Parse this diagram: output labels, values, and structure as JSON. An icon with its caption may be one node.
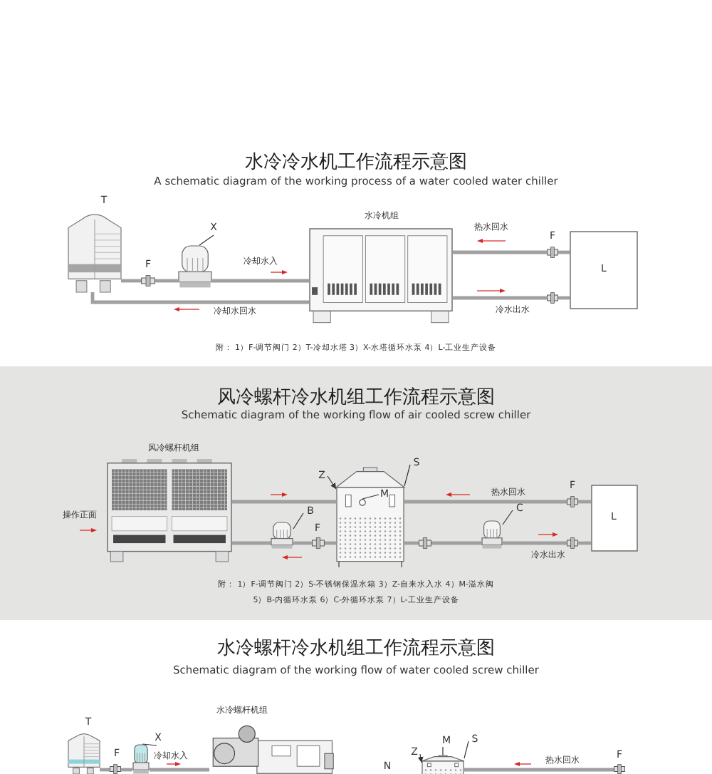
{
  "diagram": {
    "nodes": [
      {
        "text": [
          "T"
        ]
      },
      {
        "text": [
          "F"
        ]
      },
      {
        "text": [
          "X"
        ]
      },
      {
        "text": [],
        "shape": "pump"
      },
      {
        "text": [
          "水冷机组"
        ]
      },
      {
        "text": [
          "F"
        ]
      },
      {
        "text": [],
        "shape": "valve"
      },
      {
        "text": [
          "L"
        ]
      },
      {
        "text": [
          "风冷螺杆机组"
        ]
      },
      {
        "text": [
          "B"
        ]
      },
      {
        "text": [],
        "shape": "pump"
      },
      {
        "text": [
          "F"
        ]
      },
      {
        "text": [
          "Z"
        ]
      },
      {
        "text": [],
        "shape": "tank"
      },
      {
        "text": [
          "M"
        ],
        "in": 13
      },
      {
        "text": [],
        "shape": "circle",
        "in": 13
      },
      {
        "text": [
          "S"
        ]
      },
      {
        "text": [],
        "shape": "valve"
      },
      {
        "text": [
          "C"
        ]
      },
      {
        "text": [],
        "shape": "pump"
      },
      {
        "text": [
          "F"
        ]
      },
      {
        "text": [],
        "shape": "valve"
      },
      {
        "text": [
          "L"
        ]
      },
      {
        "text": [
          "T"
        ]
      },
      {
        "text": [
          "F"
        ]
      },
      {
        "text": [
          "X"
        ]
      },
      {
        "text": [],
        "shape": "pump"
      },
      {
        "text": [
          "水冷螺杆机组"
        ]
      },
      {
        "text": [
          "Z"
        ]
      },
      {
        "text": [
          "M"
        ]
      },
      {
        "text": [
          "S"
        ]
      },
      {
        "text": [],
        "shape": "tank"
      },
      {
        "text": [
          "F"
        ]
      }
    ],
    "edges": [
      {
        "from": 0,
        "to": 1,
        "arrow": "none"
      },
      {
        "from": 1,
        "to": 3,
        "arrow": "none"
      },
      {
        "from": 3,
        "to": 4,
        "arrow": "none",
        "label": "冷却水入"
      },
      {
        "from": 4,
        "to": 0,
        "arrow": "none",
        "label": "冷却水回水"
      },
      {
        "from": 7,
        "to": 5,
        "arrow": "none"
      },
      {
        "from": 5,
        "to": 4,
        "arrow": "none",
        "label": "热水回水"
      },
      {
        "from": 4,
        "to": 6,
        "arrow": "none",
        "label": "冷水出水"
      },
      {
        "from": 6,
        "to": 7,
        "arrow": "none"
      },
      {
        "from": 2,
        "to": 3,
        "arrow": "none",
        "color": "#333333"
      },
      {
        "from": 8,
        "to": 13,
        "arrow": "none"
      },
      {
        "from": 22,
        "to": 20,
        "arrow": "none"
      },
      {
        "from": 20,
        "to": 13,
        "arrow": "none",
        "label": "热水回水"
      },
      {
        "from": 13,
        "to": 11,
        "arrow": "none"
      },
      {
        "from": 11,
        "to": 10,
        "arrow": "none"
      },
      {
        "from": 10,
        "to": 8,
        "arrow": "none"
      },
      {
        "from": 13,
        "to": 17,
        "arrow": "none"
      },
      {
        "from": 17,
        "to": 19,
        "arrow": "none"
      },
      {
        "from": 19,
        "to": 21,
        "arrow": "none",
        "label": "冷水出水"
      },
      {
        "from": 21,
        "to": 22,
        "arrow": "none"
      },
      {
        "from": 9,
        "to": 10,
        "arrow": "none",
        "color": "#333333"
      },
      {
        "from": 12,
        "to": 13,
        "arrow": "to",
        "color": "#333333"
      },
      {
        "from": 14,
        "to": 15,
        "arrow": "none",
        "color": "#333333"
      },
      {
        "from": 16,
        "to": 13,
        "arrow": "none",
        "color": "#333333"
      },
      {
        "from": 18,
        "to": 19,
        "arrow": "none",
        "color": "#333333"
      },
      {
        "from": 23,
        "to": 24,
        "arrow": "none"
      },
      {
        "from": 24,
        "to": 26,
        "arrow": "none"
      },
      {
        "from": 26,
        "to": 27,
        "arrow": "none",
        "label": "冷却水入"
      },
      {
        "from": 25,
        "to": 26,
        "arrow": "none",
        "color": "#333333"
      },
      {
        "from": 32,
        "to": 31,
        "arrow": "none",
        "label": "热水回水"
      },
      {
        "from": 28,
        "to": 31,
        "arrow": "to",
        "color": "#333333"
      },
      {
        "from": 29,
        "to": 31,
        "arrow": "none",
        "color": "#333333"
      },
      {
        "from": 30,
        "to": 31,
        "arrow": "none",
        "color": "#333333"
      }
    ],
    "labels": [
      "水冷冷水机工作流程示意图",
      "A schematic diagram of the working process of a water cooled water chiller",
      "附： 1）F-调节阀门 2）T-冷却水塔 3）X-水塔循环水泵 4）L-工业生产设备",
      "风冷螺杆冷水机组工作流程示意图",
      "Schematic diagram of the working flow of air cooled screw chiller",
      "操作正面",
      "附： 1）F-调节阀门 2）S-不锈钢保温水箱 3）Z-自来水入水 4）M-溢水阀",
      "5）B-内循环水泵 6）C-外循环水泵 7）L-工业生产设备",
      "水冷螺杆冷水机组工作流程示意图",
      "Schematic diagram of the working flow of water cooled screw chiller",
      "N"
    ]
  }
}
